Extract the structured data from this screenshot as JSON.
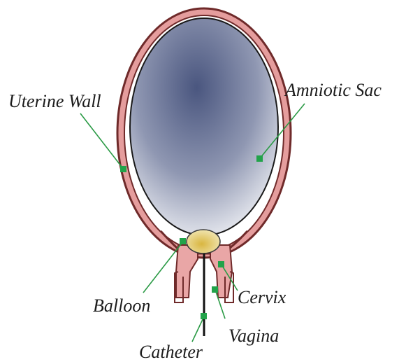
{
  "labels": {
    "uterine_wall": "Uterine Wall",
    "amniotic_sac": "Amniotic Sac",
    "balloon": "Balloon",
    "cervix": "Cervix",
    "vagina": "Vagina",
    "catheter": "Catheter"
  },
  "colors": {
    "uterine_wall_outline": "#7a2b2b",
    "uterine_wall_fill": "#e79a9a",
    "sac_dark": "#3d4a74",
    "sac_light": "#f2f3f6",
    "balloon": "#e3c766",
    "cervix": "#e9a6a6",
    "leader": "#2a9a45",
    "marker": "#22a34a"
  }
}
